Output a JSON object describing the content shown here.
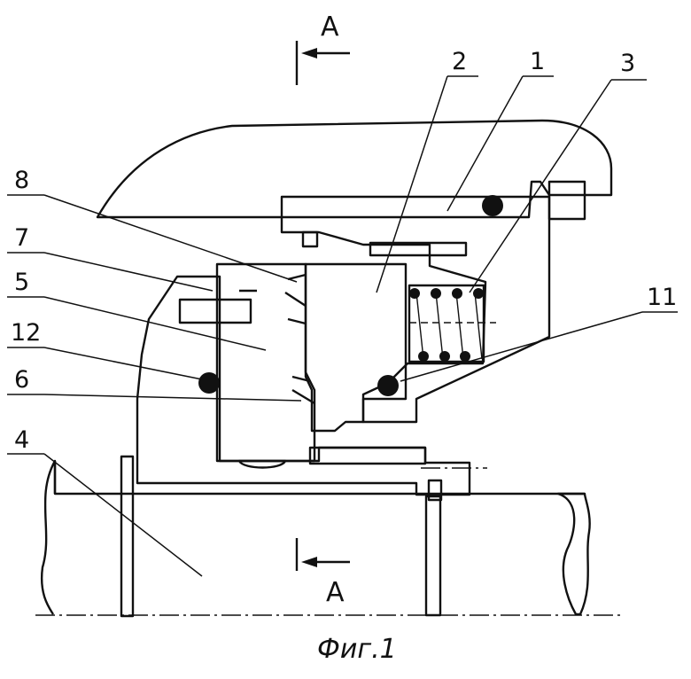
{
  "figure": {
    "caption": "Фиг.1",
    "section_label_top": "A",
    "section_label_bottom": "A"
  },
  "labels": [
    {
      "text": "1"
    },
    {
      "text": "2"
    },
    {
      "text": "3"
    },
    {
      "text": "4"
    },
    {
      "text": "5"
    },
    {
      "text": "6"
    },
    {
      "text": "7"
    },
    {
      "text": "8"
    },
    {
      "text": "11"
    },
    {
      "text": "12"
    }
  ]
}
